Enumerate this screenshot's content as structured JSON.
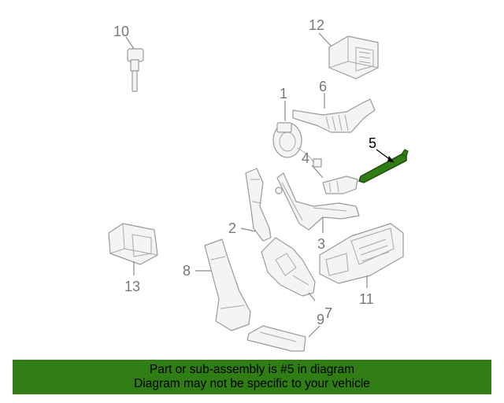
{
  "diagram": {
    "callouts": [
      {
        "id": "1",
        "label": "1"
      },
      {
        "id": "2",
        "label": "2"
      },
      {
        "id": "3",
        "label": "3"
      },
      {
        "id": "4",
        "label": "4"
      },
      {
        "id": "5",
        "label": "5",
        "highlighted": true
      },
      {
        "id": "6",
        "label": "6"
      },
      {
        "id": "7",
        "label": "7"
      },
      {
        "id": "8",
        "label": "8"
      },
      {
        "id": "9",
        "label": "9"
      },
      {
        "id": "10",
        "label": "10"
      },
      {
        "id": "11",
        "label": "11"
      },
      {
        "id": "12",
        "label": "12"
      },
      {
        "id": "13",
        "label": "13"
      }
    ],
    "highlight_color": "#2f7d14"
  },
  "banner": {
    "line1": "Part or sub-assembly is #5 in diagram",
    "line2": "Diagram may not be specific to your vehicle",
    "background": "#2f7d14"
  }
}
